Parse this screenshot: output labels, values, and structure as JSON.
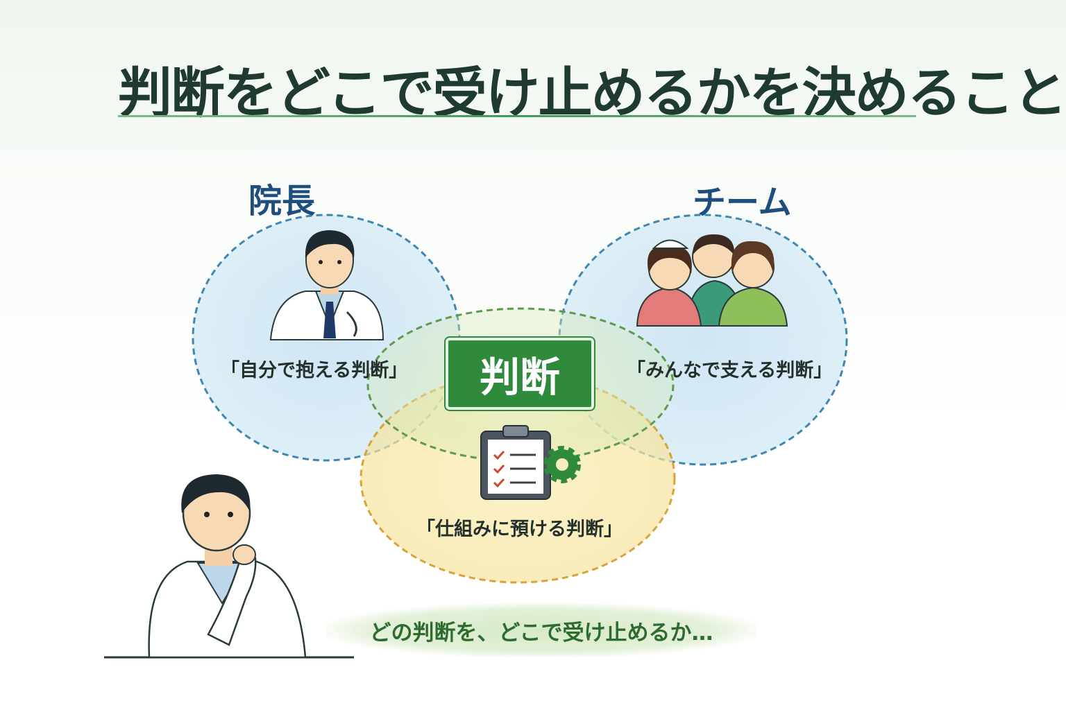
{
  "title": "判断をどこで受け止めるかを決めること",
  "circles": {
    "director": {
      "heading": "院長",
      "quote": "「自分で抱える判断」"
    },
    "team": {
      "heading": "チーム",
      "quote": "「みんなで支える判断」"
    },
    "system": {
      "quote": "「仕組みに預ける判断」"
    }
  },
  "center_label": "判断",
  "bottom_note": "どの判断を、どこで受け止めるか…",
  "colors": {
    "title": "#1f3a30",
    "accent_green": "#2f8a3b",
    "blue_dash": "#3f86b0",
    "yellow_dash": "#d9a23a"
  }
}
